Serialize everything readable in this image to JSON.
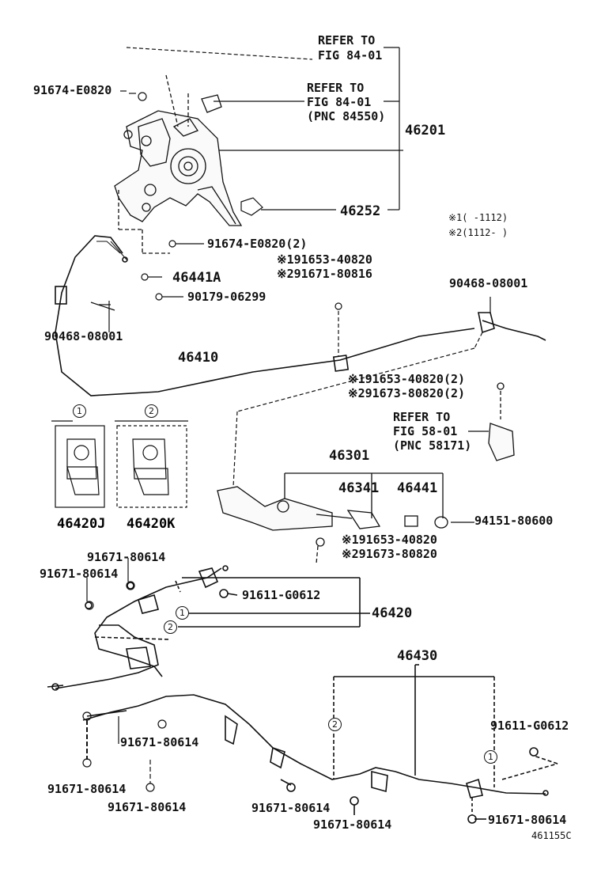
{
  "labels": {
    "refer_1a": "REFER TO",
    "refer_1b": "FIG 84-01",
    "refer_2a": "REFER TO",
    "refer_2b": "FIG 84-01",
    "refer_2c": "(PNC 84550)",
    "p46201": "46201",
    "p91674_top": "91674-E0820",
    "p46252": "46252",
    "p91674_2": "91674-E0820(2)",
    "s1_91653_a": "※191653-40820",
    "s2_91671_80816": "※291671-80816",
    "p46441A": "46441A",
    "p90179": "90179-06299",
    "p90468_right": "90468-08001",
    "p90468_left": "90468-08001",
    "p46410": "46410",
    "s1_91653_2": "※191653-40820(2)",
    "s2_91673_2": "※291673-80820(2)",
    "refer_3a": "REFER TO",
    "refer_3b": "FIG 58-01",
    "refer_3c": "(PNC 58171)",
    "p46420J": "46420J",
    "p46420K": "46420K",
    "p46301": "46301",
    "p46341": "46341",
    "p46441": "46441",
    "p94151": "94151-80600",
    "s1_91653_b": "※191653-40820",
    "s2_91673": "※291673-80820",
    "p91671_a": "91671-80614",
    "p91671_b": "91671-80614",
    "p91611_a": "91611-G0612",
    "p46420": "46420",
    "p46430": "46430",
    "p91611_b": "91611-G0612",
    "p91671_c": "91671-80614",
    "p91671_d": "91671-80614",
    "p91671_e": "91671-80614",
    "p91671_f": "91671-80614",
    "p91671_g": "91671-80614",
    "p91671_h": "91671-80614",
    "diagram_id": "461155C"
  },
  "notes": {
    "n1": "※1(   -1112)",
    "n2": "※2(1112-   )"
  },
  "callouts": {
    "one": "1",
    "two": "2"
  }
}
